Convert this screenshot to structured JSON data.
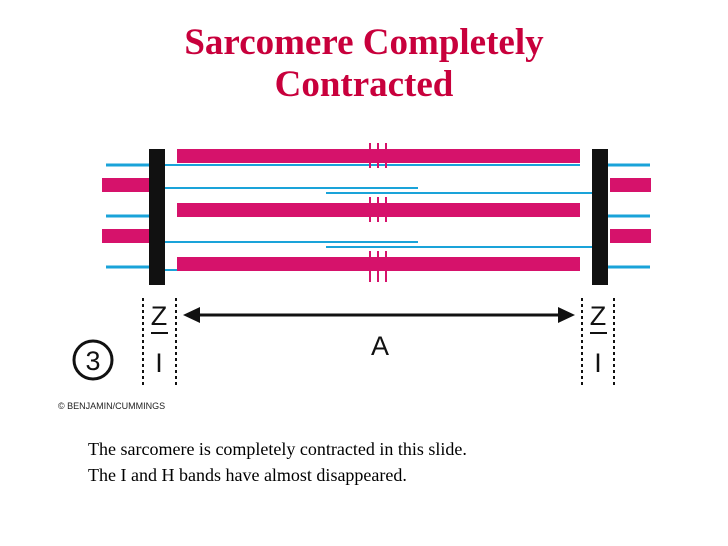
{
  "slide": {
    "title_line1": "Sarcomere Completely",
    "title_line2": "Contracted",
    "caption_line1": "The sarcomere is completely contracted in this slide.",
    "caption_line2": "The I and H bands have almost disappeared.",
    "credit": "© BENJAMIN/CUMMINGS"
  },
  "diagram": {
    "step_number": "3",
    "a_band_label": "A",
    "left_z_label": "Z",
    "left_i_label": "I",
    "right_z_label": "Z",
    "right_i_label": "I",
    "colors": {
      "title": "#c8003c",
      "thick_filament": "#d6126b",
      "thin_filament": "#1aa3d9",
      "z_disc": "#111111"
    }
  }
}
